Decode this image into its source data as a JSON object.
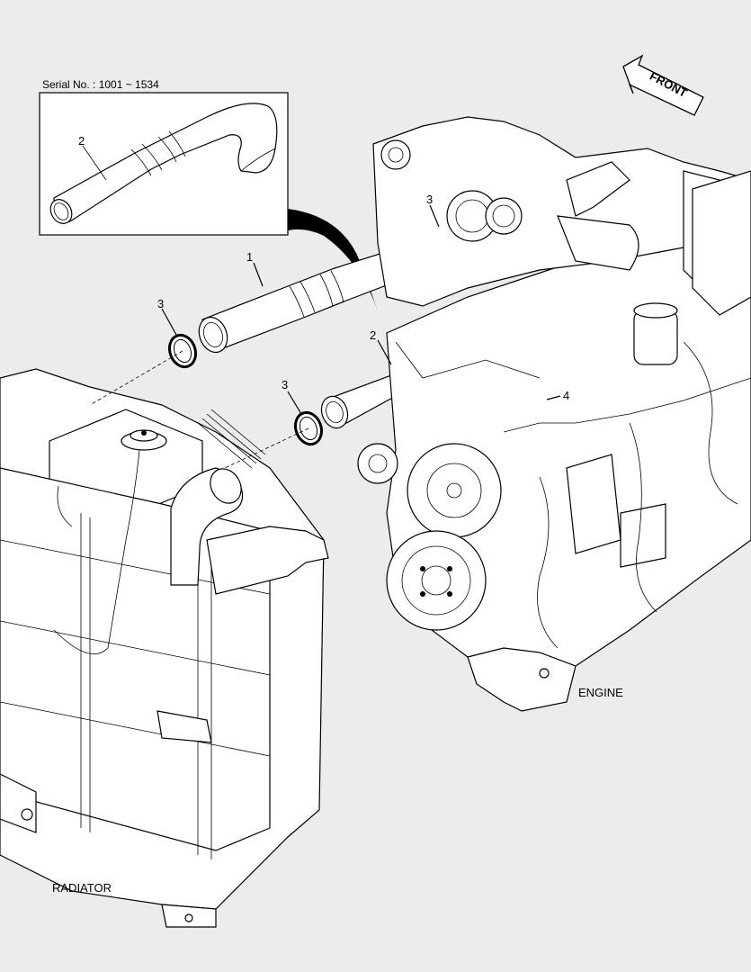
{
  "serial_text": "Serial No. : 1001 ~ 1534",
  "front_label": "FRONT",
  "engine_label": "ENGINE",
  "radiator_label": "RADIATOR",
  "callouts": {
    "inset_hose": "2",
    "hose_upper": "1",
    "hose_lower": "2",
    "clamp_engine_top": "3",
    "clamp_left": "3",
    "clamp_middle": "3",
    "clamp_small": "4"
  }
}
